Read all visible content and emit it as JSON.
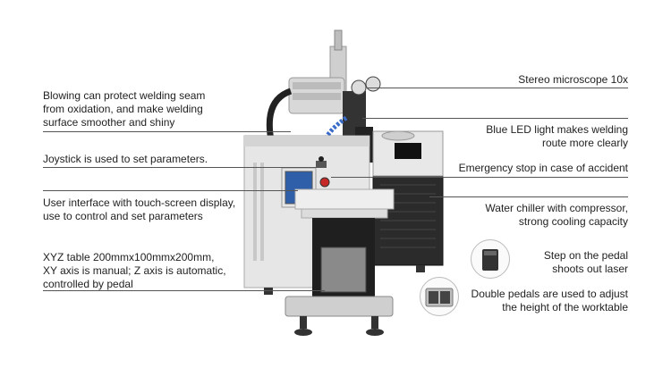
{
  "left_labels": {
    "blowing": [
      "Blowing can protect welding seam",
      "from oxidation, and make welding",
      "surface smoother and shiny"
    ],
    "joystick": [
      "Joystick is used to set parameters."
    ],
    "ui": [
      "User interface with touch-screen display,",
      "use to control and set parameters"
    ],
    "xyz": [
      "XYZ table 200mmx100mmx200mm,",
      "XY axis is manual; Z axis is automatic,",
      "controlled by pedal"
    ]
  },
  "right_labels": {
    "microscope": [
      "Stereo microscope 10x"
    ],
    "led": [
      "Blue LED light makes welding",
      "route more clearly"
    ],
    "emergency": [
      "Emergency stop in case of accident"
    ],
    "chiller": [
      "Water chiller with compressor,",
      "strong cooling capacity"
    ],
    "pedal": [
      "Step on the pedal",
      "shoots out laser"
    ],
    "double_pedal": [
      "Double pedals are used to adjust",
      "the height of the worktable"
    ]
  },
  "colors": {
    "machine_body": "#e6e6e6",
    "machine_dark": "#2b2b2b",
    "screen_blue": "#2f5fa8",
    "hose_blue": "#3a6cc7",
    "leader": "#555555"
  },
  "icons": {
    "machine": "laser-welding-machine-illustration",
    "pedal": "foot-pedal-icon",
    "double_pedal": "double-pedal-icon"
  }
}
